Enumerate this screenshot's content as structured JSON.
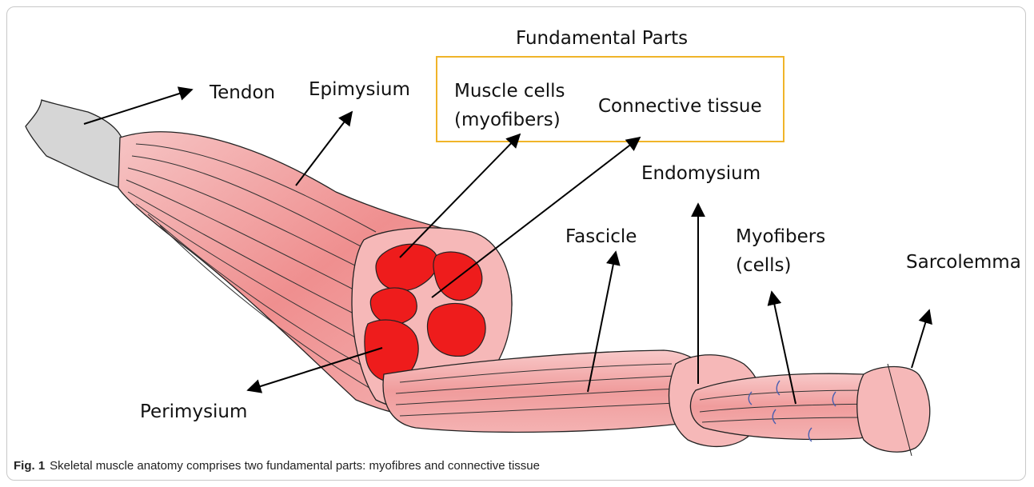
{
  "diagram": {
    "title": "Fundamental Parts",
    "box_items": {
      "muscle_cells_line1": "Muscle cells",
      "muscle_cells_line2": "(myofibers)",
      "connective_tissue": "Connective tissue"
    },
    "labels": {
      "tendon": "Tendon",
      "epimysium": "Epimysium",
      "endomysium": "Endomysium",
      "fascicle": "Fascicle",
      "myofibers_line1": "Myofibers",
      "myofibers_line2": "(cells)",
      "sarcolemma": "Sarcolemma",
      "perimysium": "Perimysium"
    },
    "colors": {
      "muscle": "#f2a3a3",
      "muscle_dark": "#e46e6e",
      "myofiber_red": "#ee1c1c",
      "tendon": "#d6d6d6",
      "box_border": "#f0b429"
    }
  },
  "caption": {
    "figure_label": "Fig. 1",
    "text": "Skeletal muscle anatomy comprises two fundamental parts: myofibres and connective tissue"
  }
}
